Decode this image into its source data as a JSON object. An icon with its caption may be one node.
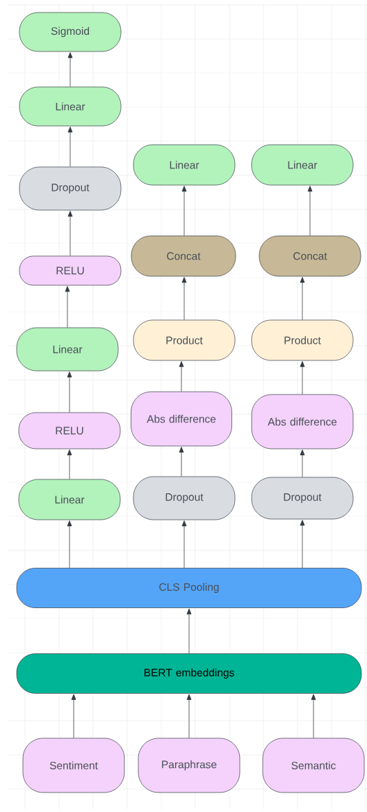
{
  "diagram": {
    "nodes": [
      {
        "text": [
          "Sigmoid"
        ]
      },
      {
        "text": [
          "Linear"
        ]
      },
      {
        "text": [
          "Dropout"
        ]
      },
      {
        "text": [
          "RELU"
        ]
      },
      {
        "text": [
          "Linear"
        ]
      },
      {
        "text": [
          "RELU"
        ]
      },
      {
        "text": [
          "Linear"
        ]
      },
      {
        "text": [
          "Linear"
        ]
      },
      {
        "text": [
          "Concat"
        ]
      },
      {
        "text": [
          "Product"
        ]
      },
      {
        "text": [
          "Abs difference"
        ]
      },
      {
        "text": [
          "Dropout"
        ]
      },
      {
        "text": [
          "Linear"
        ]
      },
      {
        "text": [
          "Concat"
        ]
      },
      {
        "text": [
          "Product"
        ]
      },
      {
        "text": [
          "Abs difference"
        ]
      },
      {
        "text": [
          "Dropout"
        ]
      },
      {
        "text": [
          "CLS Pooling"
        ]
      },
      {
        "text": [
          "BERT embeddings"
        ]
      },
      {
        "text": [
          "Sentiment"
        ]
      },
      {
        "text": [
          "Paraphrase"
        ]
      },
      {
        "text": [
          "Semantic"
        ]
      }
    ],
    "edges": [
      {
        "from": 19,
        "to": 18,
        "arrow": "to"
      },
      {
        "from": 20,
        "to": 18,
        "arrow": "to"
      },
      {
        "from": 21,
        "to": 18,
        "arrow": "to"
      },
      {
        "from": 18,
        "to": 17,
        "arrow": "to"
      },
      {
        "from": 17,
        "to": 6,
        "arrow": "to"
      },
      {
        "from": 17,
        "to": 11,
        "arrow": "to"
      },
      {
        "from": 17,
        "to": 16,
        "arrow": "to"
      },
      {
        "from": 6,
        "to": 5,
        "arrow": "to"
      },
      {
        "from": 5,
        "to": 4,
        "arrow": "to"
      },
      {
        "from": 4,
        "to": 3,
        "arrow": "to"
      },
      {
        "from": 3,
        "to": 2,
        "arrow": "to"
      },
      {
        "from": 2,
        "to": 1,
        "arrow": "to"
      },
      {
        "from": 1,
        "to": 0,
        "arrow": "to"
      },
      {
        "from": 11,
        "to": 10,
        "arrow": "to"
      },
      {
        "from": 10,
        "to": 9,
        "arrow": "to"
      },
      {
        "from": 9,
        "to": 8,
        "arrow": "to"
      },
      {
        "from": 8,
        "to": 7,
        "arrow": "to"
      },
      {
        "from": 16,
        "to": 15,
        "arrow": "to"
      },
      {
        "from": 15,
        "to": 14,
        "arrow": "to"
      },
      {
        "from": 14,
        "to": 13,
        "arrow": "to"
      },
      {
        "from": 13,
        "to": 12,
        "arrow": "to"
      }
    ]
  }
}
